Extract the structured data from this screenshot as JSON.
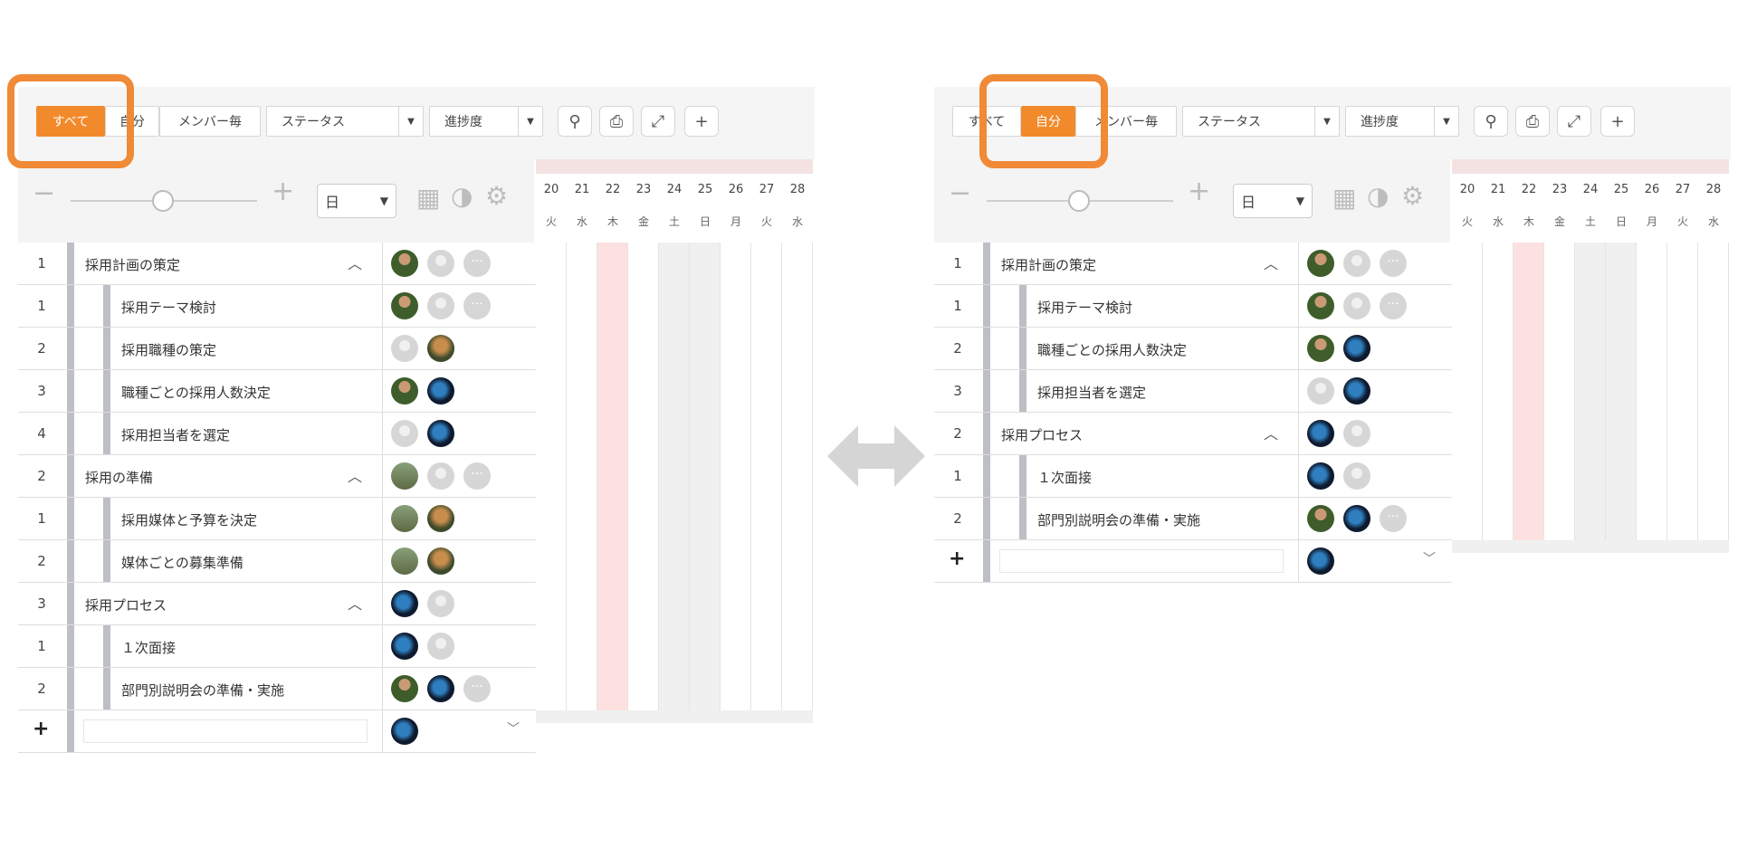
{
  "colors": {
    "accent": "#f28a2b",
    "highlight": "#f08a36",
    "today": "#fde1e1"
  },
  "left": {
    "toolbar": {
      "all": "すべて",
      "self": "自分",
      "member": "メンバー毎",
      "status": "ステータス",
      "progress": "進捗度",
      "active": "all"
    },
    "zoom_select": "日",
    "dates": [
      "20",
      "21",
      "22",
      "23",
      "24",
      "25",
      "26",
      "27",
      "28"
    ],
    "weekdays": [
      "火",
      "水",
      "木",
      "金",
      "土",
      "日",
      "月",
      "火",
      "水"
    ],
    "rows": [
      {
        "num": "1",
        "name": "採用計画の策定",
        "group": true
      },
      {
        "num": "1",
        "name": "採用テーマ検討",
        "group": false
      },
      {
        "num": "2",
        "name": "採用職種の策定",
        "group": false
      },
      {
        "num": "3",
        "name": "職種ごとの採用人数決定",
        "group": false
      },
      {
        "num": "4",
        "name": "採用担当者を選定",
        "group": false
      },
      {
        "num": "2",
        "name": "採用の準備",
        "group": true
      },
      {
        "num": "1",
        "name": "採用媒体と予算を決定",
        "group": false
      },
      {
        "num": "2",
        "name": "媒体ごとの募集準備",
        "group": false
      },
      {
        "num": "3",
        "name": "採用プロセス",
        "group": true
      },
      {
        "num": "1",
        "name": "１次面接",
        "group": false
      },
      {
        "num": "2",
        "name": "部門別説明会の準備・実施",
        "group": false
      }
    ],
    "add_row": "+"
  },
  "right": {
    "toolbar": {
      "all": "すべて",
      "self": "自分",
      "member": "メンバー毎",
      "status": "ステータス",
      "progress": "進捗度",
      "active": "self"
    },
    "zoom_select": "日",
    "dates": [
      "20",
      "21",
      "22",
      "23",
      "24",
      "25",
      "26",
      "27",
      "28"
    ],
    "weekdays": [
      "火",
      "水",
      "木",
      "金",
      "土",
      "日",
      "月",
      "火",
      "水"
    ],
    "rows": [
      {
        "num": "1",
        "name": "採用計画の策定",
        "group": true
      },
      {
        "num": "1",
        "name": "採用テーマ検討",
        "group": false
      },
      {
        "num": "2",
        "name": "職種ごとの採用人数決定",
        "group": false
      },
      {
        "num": "3",
        "name": "採用担当者を選定",
        "group": false
      },
      {
        "num": "2",
        "name": "採用プロセス",
        "group": true
      },
      {
        "num": "1",
        "name": "１次面接",
        "group": false
      },
      {
        "num": "2",
        "name": "部門別説明会の準備・実施",
        "group": false
      }
    ],
    "add_row": "+"
  },
  "icons": {
    "toggle": "chevron-up-icon",
    "search": "search-icon",
    "print": "print-icon",
    "fullscreen": "fullscreen-icon",
    "add": "plus-icon",
    "calendar": "calendar-icon",
    "palette": "palette-icon",
    "settings": "gear-icon",
    "swap": "double-arrow-icon"
  }
}
